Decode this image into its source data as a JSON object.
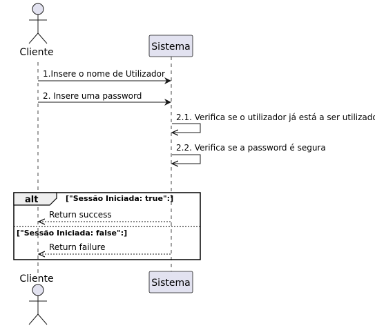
{
  "colors": {
    "participant_fill": "#E2E2F0",
    "participant_stroke": "#181818",
    "lifeline": "#181818",
    "line": "#181818",
    "background": "#FFFFFF"
  },
  "participants": {
    "client": {
      "name": "Cliente",
      "icon": "actor-stick-figure-icon"
    },
    "system": {
      "name": "Sistema"
    }
  },
  "messages": [
    {
      "id": "m1",
      "from": "client",
      "to": "system",
      "style": "solid",
      "label": "1.Insere o nome de Utilizador"
    },
    {
      "id": "m2",
      "from": "client",
      "to": "system",
      "style": "solid",
      "label": "2. Insere uma password"
    },
    {
      "id": "m3",
      "from": "system",
      "to": "system",
      "style": "solid",
      "label": "2.1. Verifica se o utilizador já está a ser utilizado"
    },
    {
      "id": "m4",
      "from": "system",
      "to": "system",
      "style": "solid",
      "label": "2.2. Verifica se a password é segura"
    }
  ],
  "alt": {
    "keyword": "alt",
    "operands": [
      {
        "guard": "[\"Sessão Iniciada: true\":]",
        "reply": {
          "from": "system",
          "to": "client",
          "style": "dashed",
          "label": "Return success"
        }
      },
      {
        "guard": "[\"Sessão Iniciada: false\":]",
        "reply": {
          "from": "system",
          "to": "client",
          "style": "dashed",
          "label": "Return failure"
        }
      }
    ]
  }
}
